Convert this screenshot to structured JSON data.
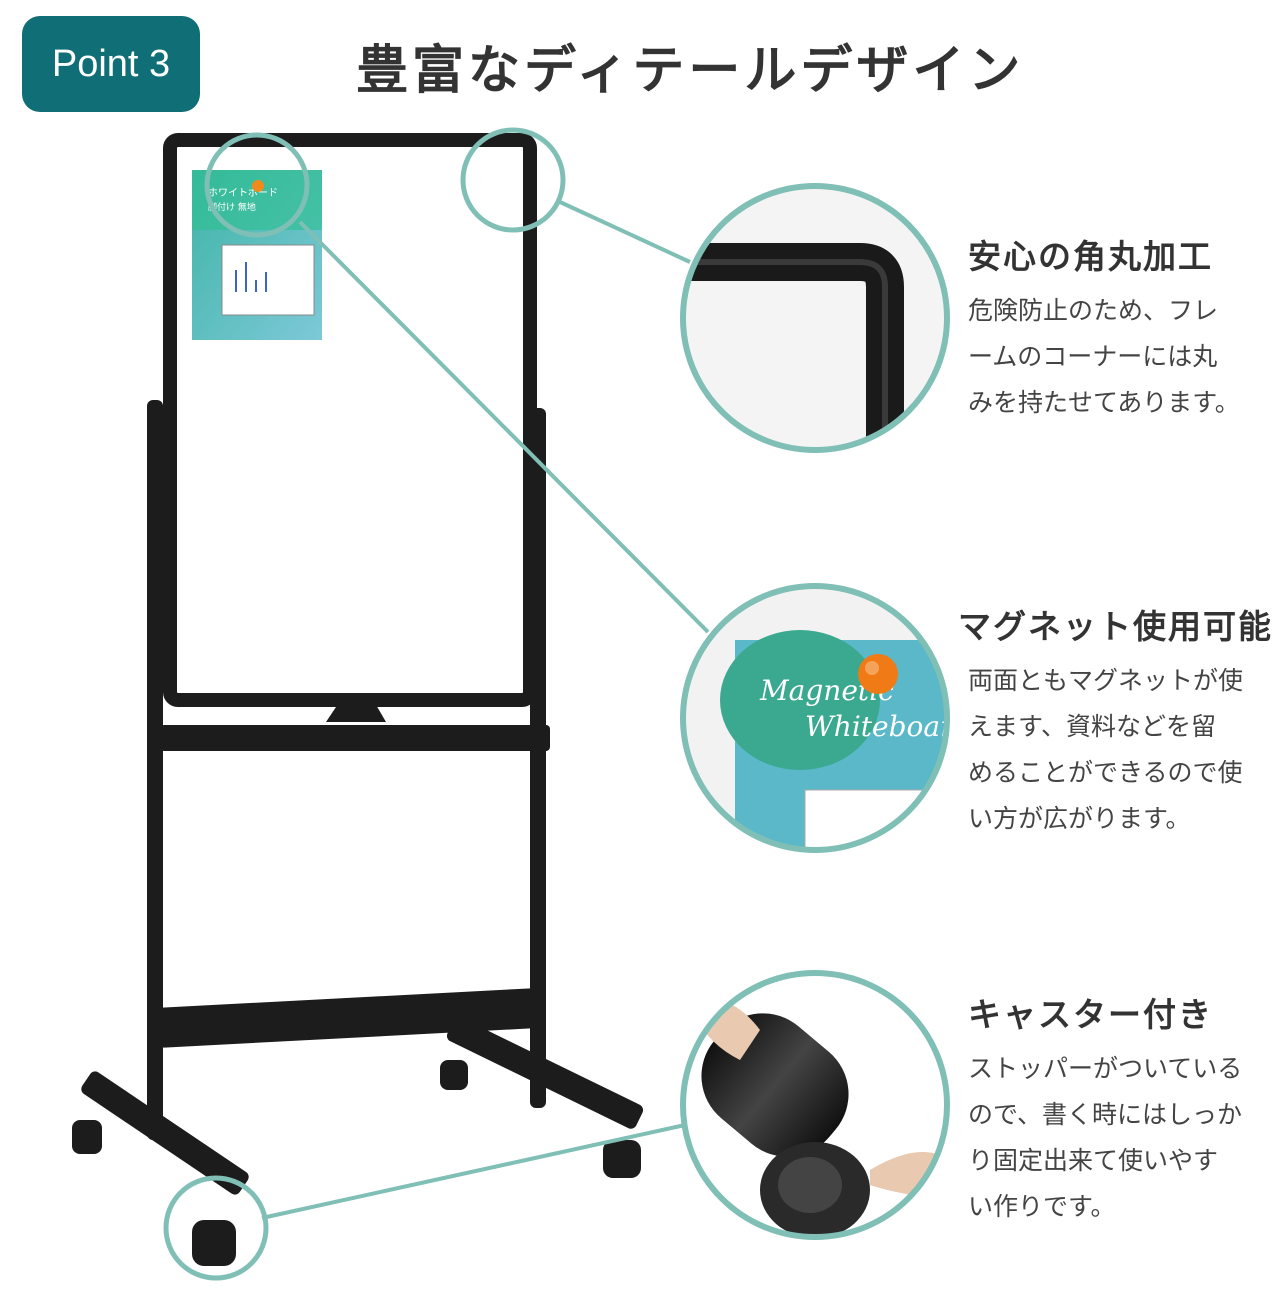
{
  "badge": {
    "label": "Point 3"
  },
  "title": "豊富なディテールデザイン",
  "colors": {
    "accent": "#0f6e76",
    "callout": "#7fbfb5",
    "frame": "#1c1c1c"
  },
  "features": [
    {
      "heading": "安心の角丸加工",
      "lines": [
        "危険防止のため、フレ",
        "ームのコーナーには丸",
        "みを持たせてあります。"
      ]
    },
    {
      "heading": "マグネット使用可能",
      "lines": [
        "両面ともマグネットが使",
        "えます、資料などを留",
        "めることができるので使",
        "い方が広がります。"
      ]
    },
    {
      "heading": "キャスター付き",
      "lines": [
        "ストッパーがついている",
        "ので、書く時にはしっか",
        "り固定出来て使いやす",
        "い作りです。"
      ]
    }
  ],
  "sticker": {
    "top_text": "ホワイトボード",
    "top_text2": "脚付け 無地",
    "magnet_text1": "Magnetic",
    "magnet_text2": "Whiteboard"
  }
}
